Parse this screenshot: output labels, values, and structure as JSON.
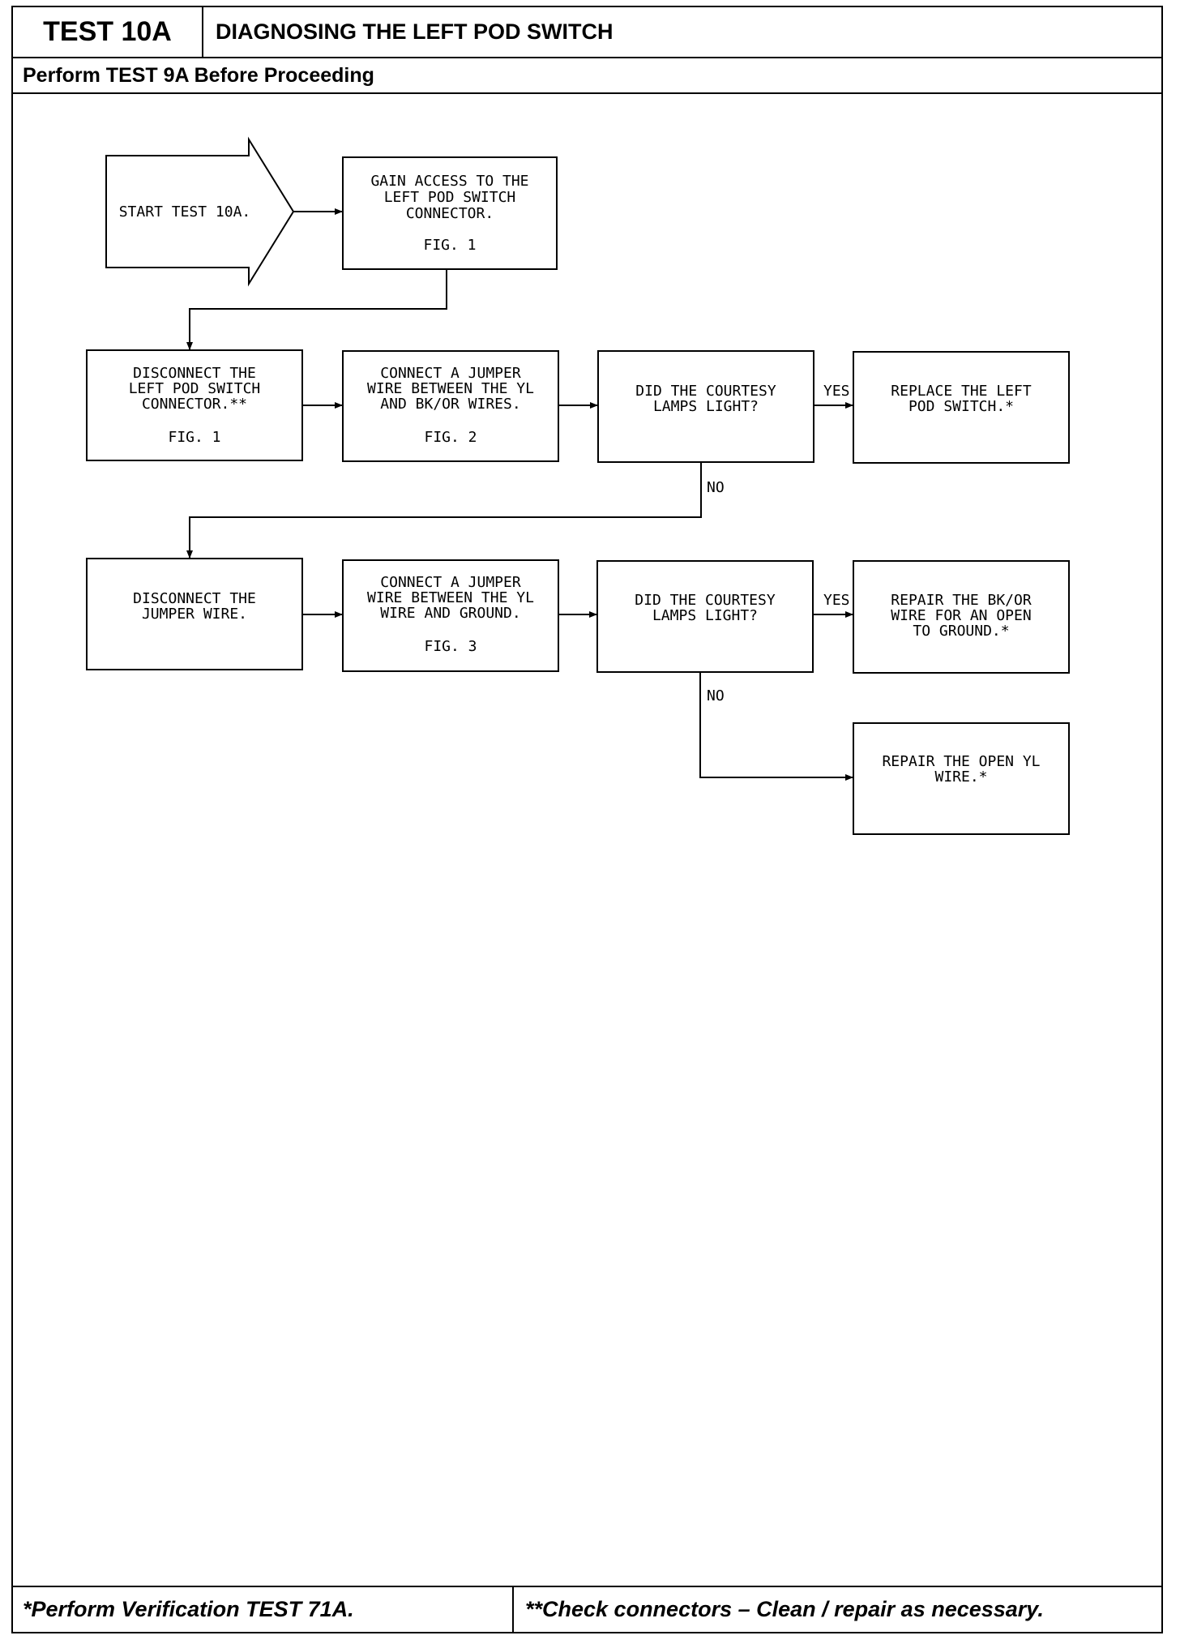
{
  "header": {
    "test_id": "TEST 10A",
    "title": "DIAGNOSING THE LEFT POD SWITCH",
    "subtitle": "Perform TEST 9A Before Proceeding"
  },
  "footer": {
    "left_note": "*Perform Verification TEST 71A.",
    "right_note": "**Check connectors – Clean / repair as necessary."
  },
  "flowchart": {
    "start": {
      "lines": [
        "START TEST 10A."
      ]
    },
    "step_access": {
      "lines": [
        "GAIN ACCESS TO THE",
        "LEFT POD SWITCH",
        "CONNECTOR."
      ],
      "fig": "FIG. 1"
    },
    "step_disconnect_connector": {
      "lines": [
        "DISCONNECT THE",
        "LEFT POD SWITCH",
        "CONNECTOR.**"
      ],
      "fig": "FIG. 1"
    },
    "step_jumper_yl_bk": {
      "lines": [
        "CONNECT A JUMPER",
        "WIRE BETWEEN THE YL",
        "AND BK/OR WIRES."
      ],
      "fig": "FIG. 2"
    },
    "decision_1": {
      "lines": [
        "DID THE COURTESY",
        "LAMPS LIGHT?"
      ]
    },
    "result_replace_switch": {
      "lines": [
        "REPLACE THE LEFT",
        "POD SWITCH.*"
      ]
    },
    "step_disconnect_jumper": {
      "lines": [
        "DISCONNECT THE",
        "JUMPER WIRE."
      ]
    },
    "step_jumper_yl_ground": {
      "lines": [
        "CONNECT A JUMPER",
        "WIRE BETWEEN THE YL",
        "WIRE AND GROUND."
      ],
      "fig": "FIG. 3"
    },
    "decision_2": {
      "lines": [
        "DID THE COURTESY",
        "LAMPS LIGHT?"
      ]
    },
    "result_repair_bk": {
      "lines": [
        "REPAIR THE BK/OR",
        "WIRE FOR AN OPEN",
        "TO GROUND.*"
      ]
    },
    "result_repair_yl": {
      "lines": [
        "REPAIR THE OPEN YL",
        "WIRE.*"
      ]
    },
    "labels": {
      "yes": "YES",
      "no": "NO"
    }
  }
}
